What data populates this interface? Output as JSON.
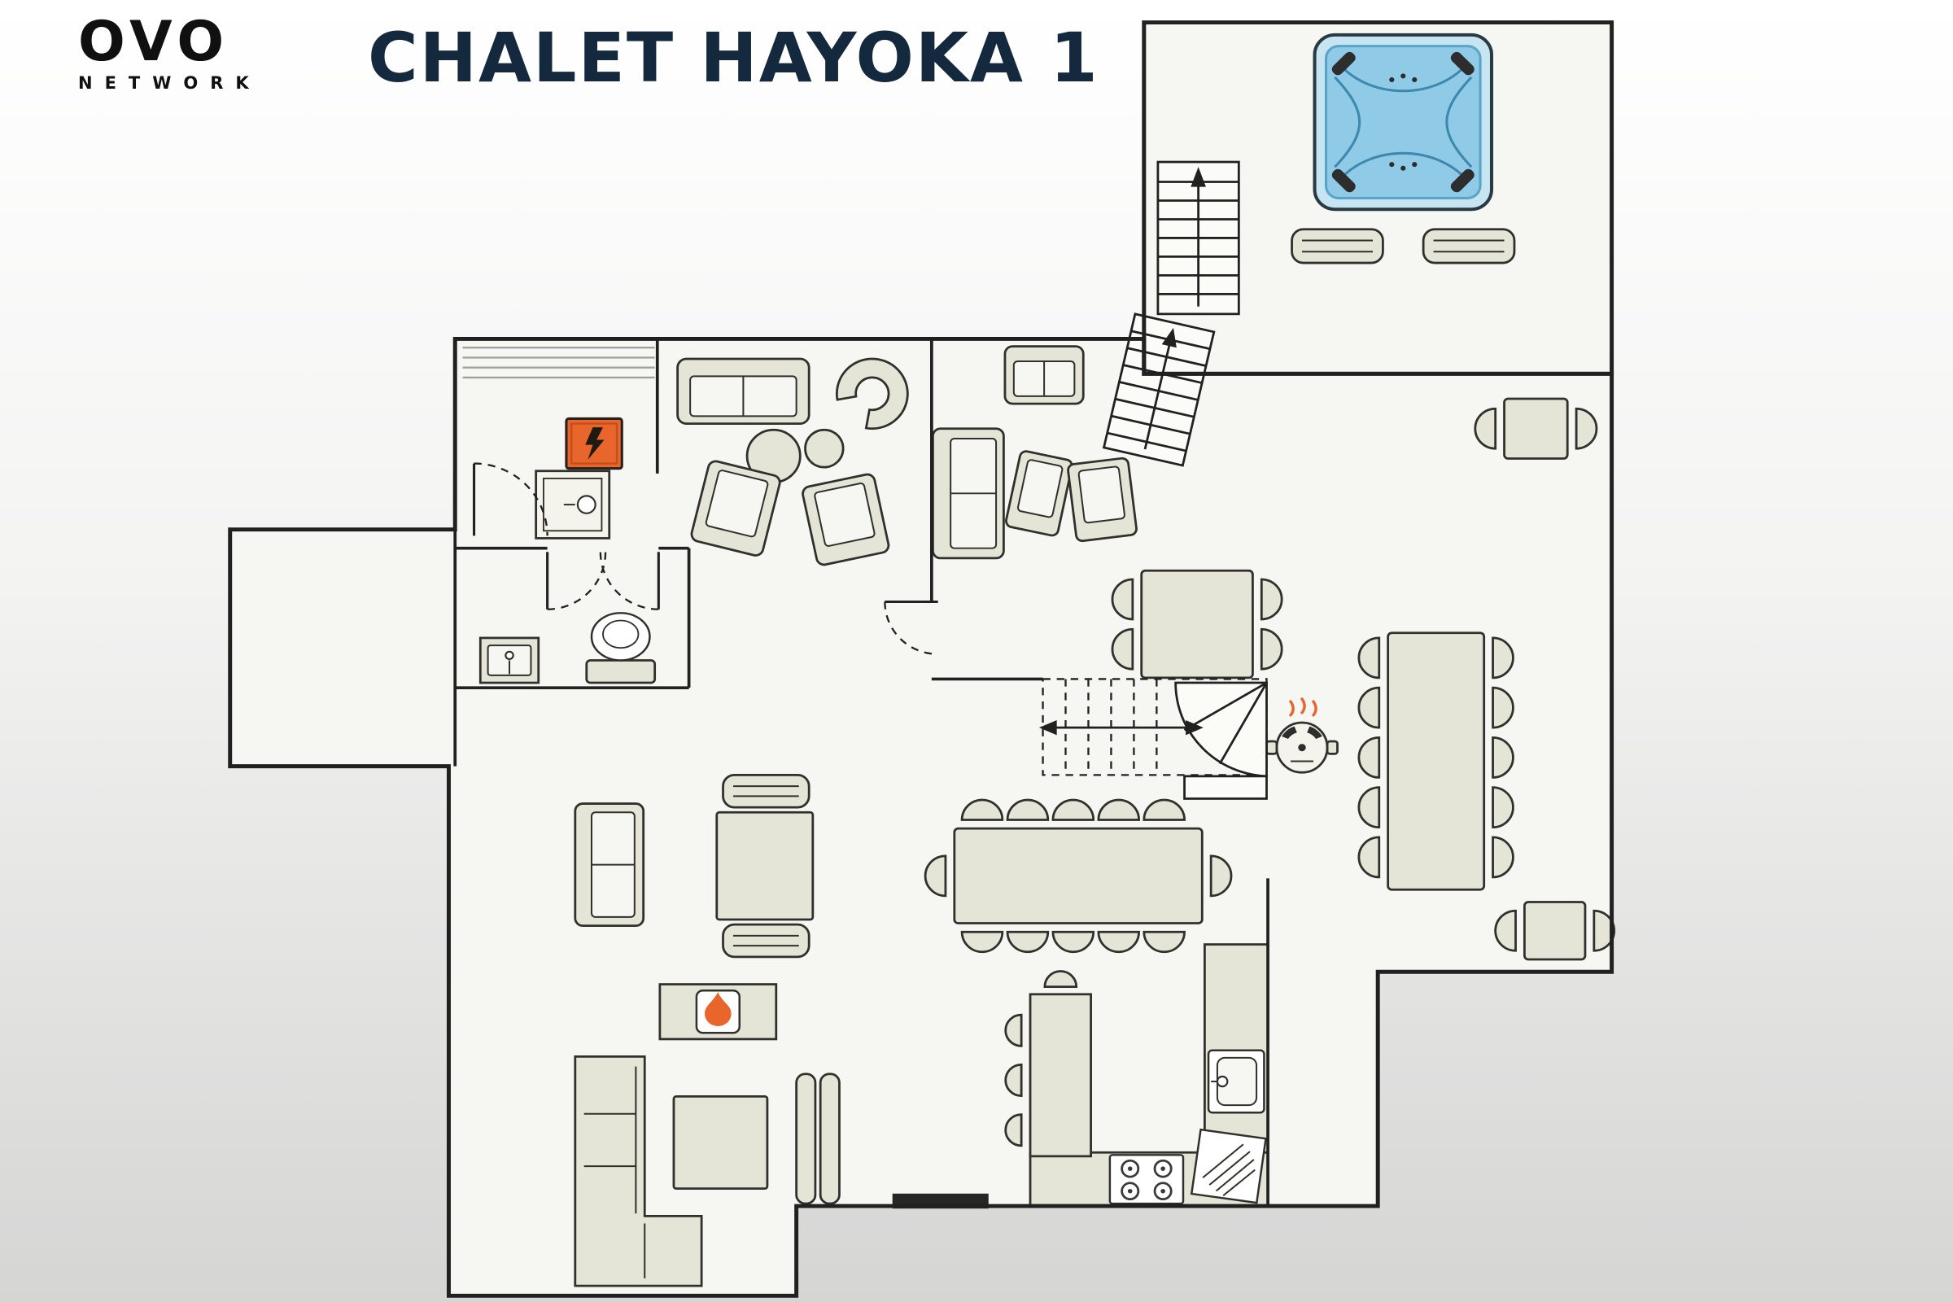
{
  "header": {
    "logo_primary": "OVO",
    "logo_secondary": "NETWORK",
    "title": "CHALET HAYOKA 1"
  },
  "colors": {
    "background_top": "#ffffff",
    "background_bottom": "#d5d5d4",
    "floor": "#f6f6f3",
    "wall": "#212121",
    "furniture_fill": "#e4e4d7",
    "furniture_stroke": "#30302c",
    "hot_tub_water": "#8fcbe7",
    "accent_orange": "#e8662c",
    "title_color": "#15293e",
    "logo_color": "#101010"
  },
  "floor_plan": {
    "features": [
      "hot-tub",
      "sun-bench",
      "outdoor-staircase",
      "outdoor-dining-table",
      "bistro-table",
      "bbq-grill",
      "square-dining-table",
      "lounge-sofas",
      "armchairs",
      "curved-armchair",
      "coffee-tables",
      "window-band",
      "electric-panel",
      "boiler",
      "bathroom-toilet",
      "washbasin",
      "interior-staircase",
      "dining-table-12-seats",
      "kitchen-island",
      "bar-stools",
      "kitchen-sink",
      "stove",
      "kitchen-appliance",
      "fireplace",
      "corner-sofa",
      "side-table",
      "wall-bench",
      "entrance-door"
    ]
  }
}
